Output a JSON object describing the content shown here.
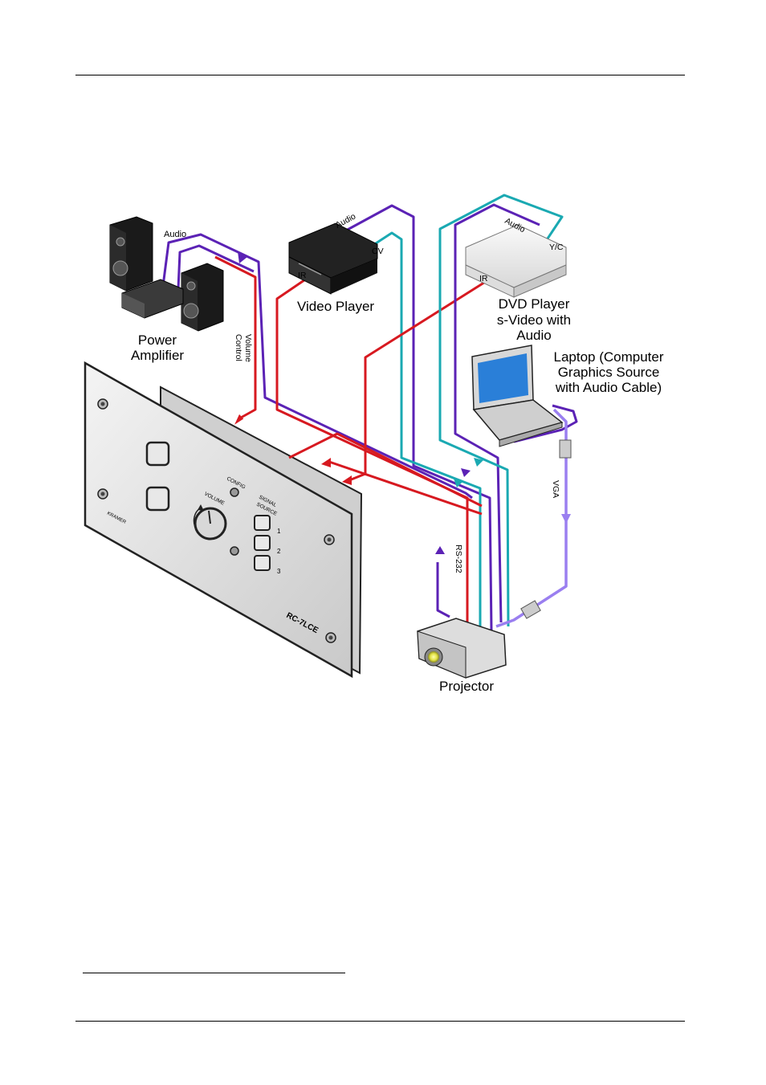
{
  "labels": {
    "power_amplifier": [
      "Power",
      "Amplifier"
    ],
    "audio_amp": "Audio",
    "volume_control": [
      "Volume",
      "Control"
    ],
    "video_player": "Video Player",
    "vp_audio": "Audio",
    "vp_cv": "CV",
    "vp_ir": "IR",
    "dvd_player": [
      "DVD Player",
      "s-Video with",
      "Audio"
    ],
    "dvd_audio": "Audio",
    "dvd_yc": "Y/C",
    "dvd_ir": "IR",
    "laptop": [
      "Laptop (Computer",
      "Graphics Source",
      "with Audio Cable)"
    ],
    "vga": "VGA",
    "rs232": "RS-232",
    "projector": "Projector"
  },
  "panel": {
    "brand": "KRAMER",
    "model": "RC-7LCE",
    "config": "CONFIG",
    "volume": "VOLUME",
    "signal_source": [
      "SIGNAL",
      "SOURCE"
    ],
    "source_numbers": [
      "1",
      "2",
      "3"
    ]
  },
  "colors": {
    "audio": "#5b22b5",
    "control": "#d71920",
    "video": "#1aa9b2",
    "vga": "#9a7ff0"
  }
}
